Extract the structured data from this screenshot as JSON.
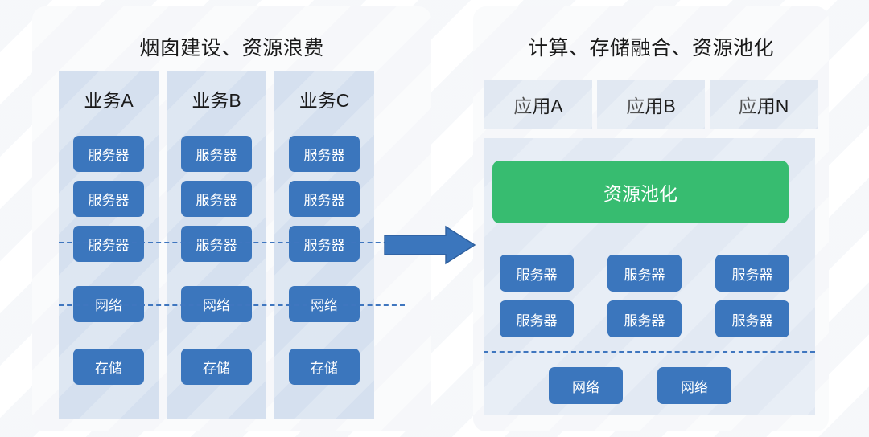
{
  "colors": {
    "accent_blue": "#3b76bd",
    "pool_green": "#37bc70",
    "column_bg": "#d5e0ef",
    "app_bg": "#e1e8f2",
    "container_bg": "#e2e9f3",
    "panel_bg": "#fafbfc",
    "dashed_rule": "#3f76bf"
  },
  "left_panel": {
    "title": "烟囱建设、资源浪费",
    "columns": [
      {
        "header": "业务A",
        "servers": [
          "服务器",
          "服务器",
          "服务器"
        ],
        "network": "网络",
        "storage": "存储"
      },
      {
        "header": "业务B",
        "servers": [
          "服务器",
          "服务器",
          "服务器"
        ],
        "network": "网络",
        "storage": "存储"
      },
      {
        "header": "业务C",
        "servers": [
          "服务器",
          "服务器",
          "服务器"
        ],
        "network": "网络",
        "storage": "存储"
      }
    ]
  },
  "arrow": {
    "direction": "right",
    "icon": "arrow-right-icon"
  },
  "right_panel": {
    "title": "计算、存储融合、资源池化",
    "apps": [
      "应用A",
      "应用B",
      "应用N"
    ],
    "pool": "资源池化",
    "servers": [
      "服务器",
      "服务器",
      "服务器",
      "服务器",
      "服务器",
      "服务器"
    ],
    "networks": [
      "网络",
      "网络"
    ]
  }
}
